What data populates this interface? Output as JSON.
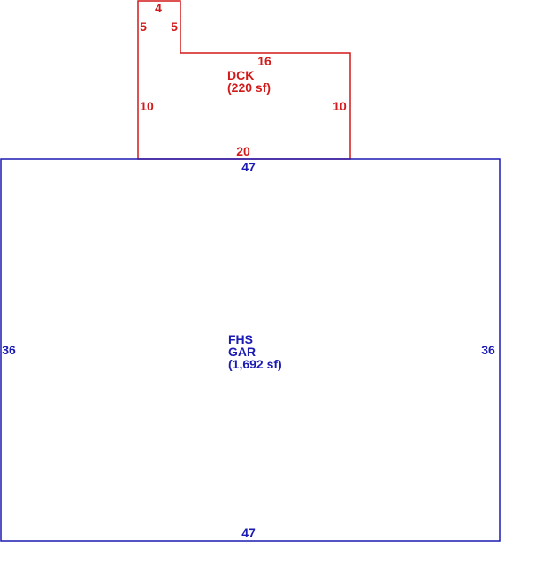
{
  "colors": {
    "deck": "#d21a1a",
    "garage": "#1a1ab4"
  },
  "deck": {
    "code": "DCK",
    "area": "(220 sf)",
    "dims": {
      "tab_top": "4",
      "tab_left": "5",
      "tab_right": "5",
      "top": "16",
      "left": "10",
      "right": "10",
      "bottom": "20"
    }
  },
  "garage": {
    "code1": "FHS",
    "code2": "GAR",
    "area": "(1,692 sf)",
    "dims": {
      "top": "47",
      "bottom": "47",
      "left": "36",
      "right": "36"
    }
  }
}
